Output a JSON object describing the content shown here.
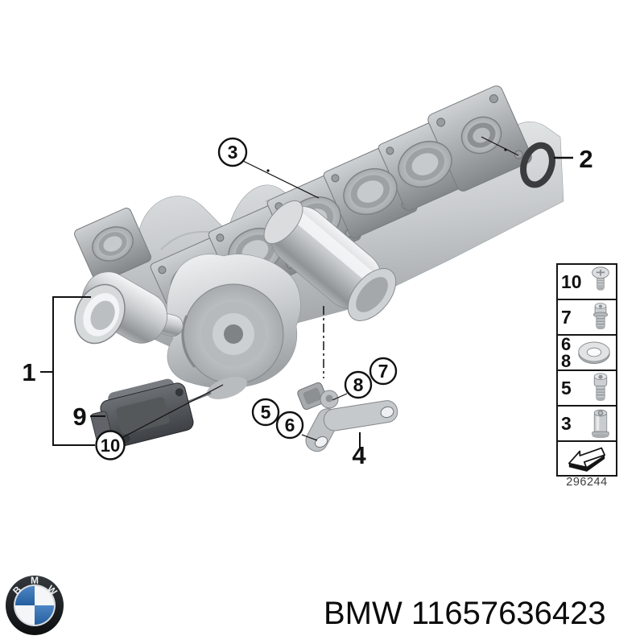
{
  "diagram": {
    "drawing_number": "296244",
    "callouts": {
      "c1": "1",
      "c2": "2",
      "c3": "3",
      "c4": "4",
      "c5": "5",
      "c6": "6",
      "c7": "7",
      "c8": "8",
      "c9": "9",
      "c10": "10"
    },
    "legend": {
      "rows": [
        {
          "label": "10",
          "icon": "pan-head-screw-icon"
        },
        {
          "label": "7",
          "icon": "socket-collar-bolt-icon"
        },
        {
          "label_top": "6",
          "label_bottom": "8",
          "icon": "washer-icon"
        },
        {
          "label": "5",
          "icon": "socket-head-bolt-icon"
        },
        {
          "label": "3",
          "icon": "threaded-sleeve-icon"
        },
        {
          "icon": "installation-direction-arrow-icon"
        }
      ]
    }
  },
  "footer": {
    "part_label": "BMW 11657636423",
    "logo": {
      "name": "bmw-roundel",
      "letter_b": "B",
      "letter_m": "M",
      "letter_w": "W",
      "blue": "#2f6db8",
      "ring_black": "#17191c",
      "letter_color": "#eef1f3"
    }
  },
  "colors": {
    "background": "#ffffff",
    "line": "#111111",
    "metal_light": "#eceeef",
    "metal_mid": "#c3c6c8",
    "metal_dark": "#8d9194",
    "seal_dark": "#3a3c3e"
  }
}
